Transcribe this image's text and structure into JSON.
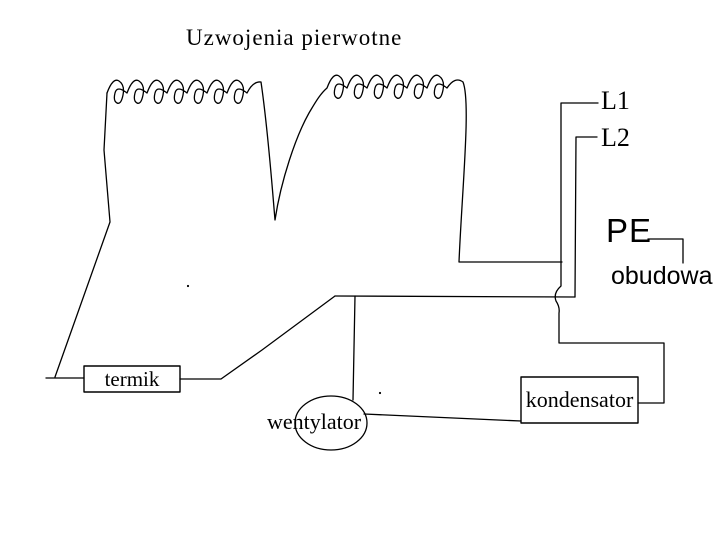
{
  "title": "Uzwojenia pierwotne",
  "terminals": {
    "l1": "L1",
    "l2": "L2",
    "pe": "PE",
    "enclosure": "obudowa"
  },
  "components": {
    "thermal_protector": "termik",
    "fan": "wentylator",
    "capacitor": "kondensator"
  },
  "colors": {
    "line": "#000000",
    "background": "#ffffff",
    "text": "#000000"
  }
}
